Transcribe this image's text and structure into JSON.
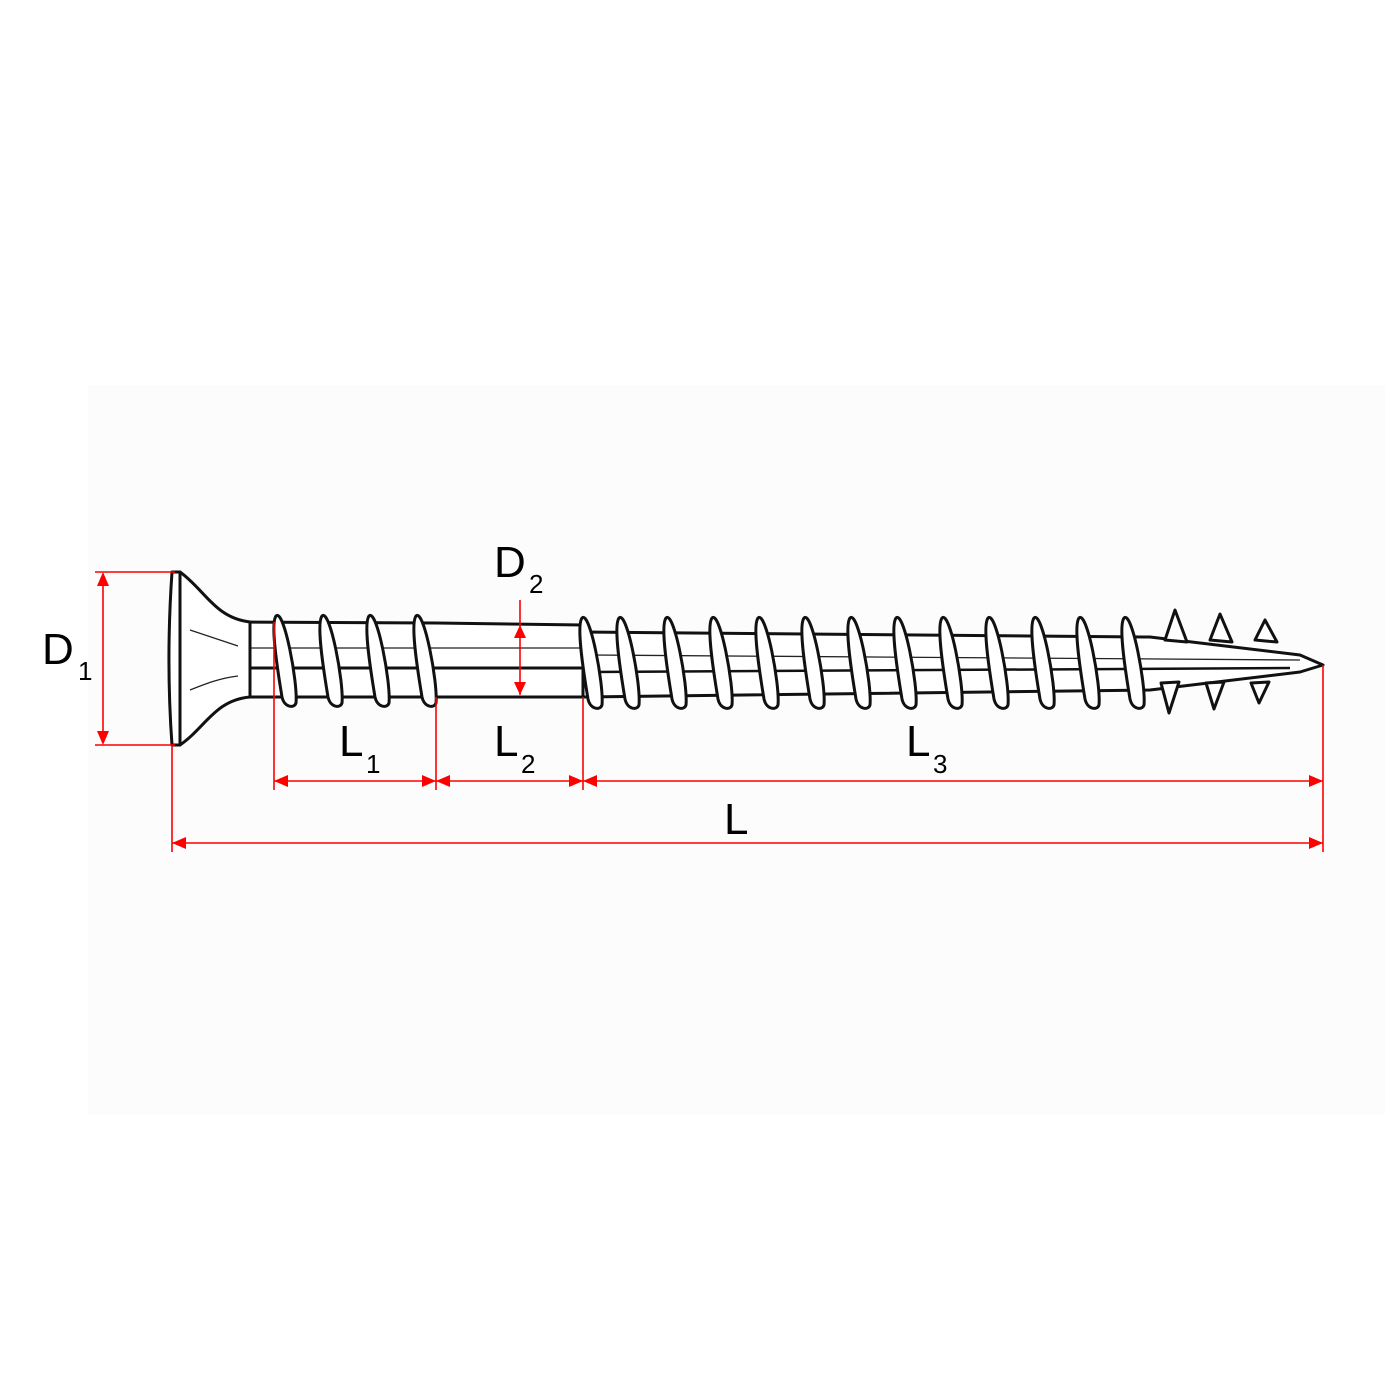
{
  "title": "Screw dimension diagram",
  "labels": {
    "D1": {
      "main": "D",
      "sub": "1"
    },
    "D2": {
      "main": "D",
      "sub": "2"
    },
    "L1": {
      "main": "L",
      "sub": "1"
    },
    "L2": {
      "main": "L",
      "sub": "2"
    },
    "L3": {
      "main": "L",
      "sub": "3"
    },
    "L": {
      "main": "L"
    }
  },
  "colors": {
    "dimension": "#ff0000",
    "ink": "#111111",
    "panel": "#fcfcfc"
  }
}
